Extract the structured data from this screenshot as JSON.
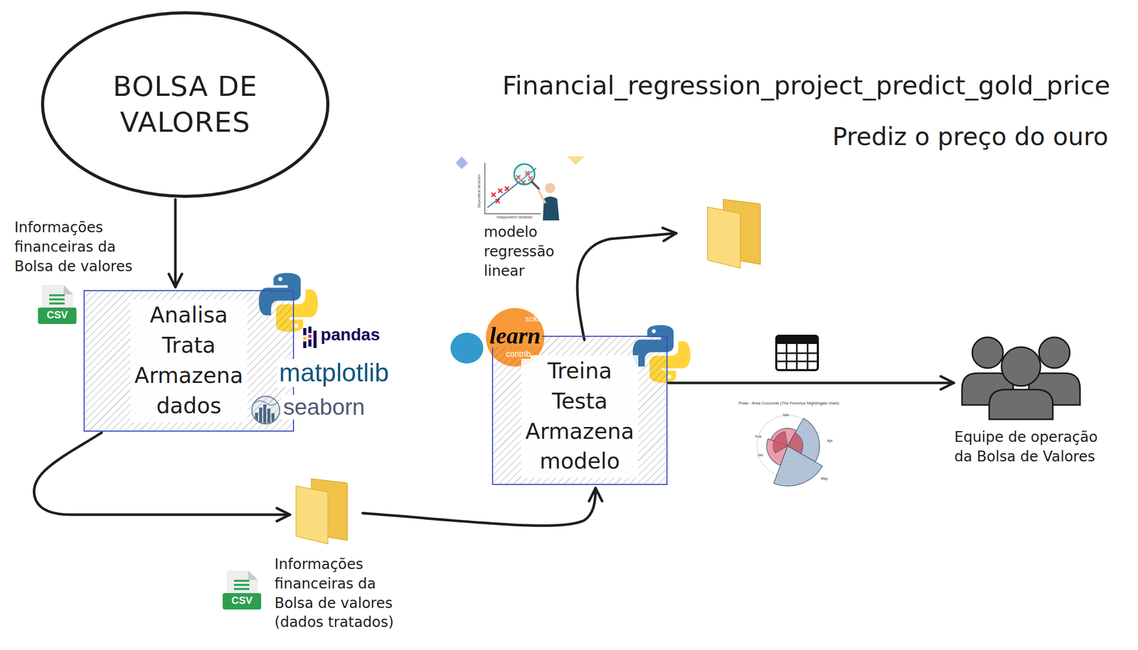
{
  "diagram": {
    "title": "Financial_regression_project_predict_gold_price",
    "nodes": [
      {
        "text": [
          "BOLSA DE VALORES"
        ]
      },
      {
        "text": [
          "Analisa Trata Armazena dados"
        ]
      },
      {
        "text": [
          "Informações financeiras da Bolsa de valores (dados tratados)"
        ]
      },
      {
        "text": [
          "Treina Testa Armazena modelo"
        ]
      },
      {
        "text": [
          "Equipe de operação da Bolsa de Valores"
        ]
      }
    ],
    "edges": [
      {
        "from": 0,
        "to": 1,
        "arrow": "to"
      },
      {
        "from": 1,
        "to": 2,
        "arrow": "to"
      },
      {
        "from": 2,
        "to": 3,
        "arrow": "to"
      },
      {
        "from": 3,
        "to": 4,
        "arrow": "to"
      }
    ],
    "labels": [
      "Prediz o preço do ouro",
      "Informações financeiras da Bolsa de valores",
      "CSV",
      "pandas",
      "matplotlib",
      "seaborn",
      "CSV",
      "modelo regressão linear",
      "scikit",
      "learn",
      "contrib",
      "Polar - Area Coxcomb (The Florence Nightingale chart)",
      "Mar",
      "Apr",
      "Feb",
      "Jan",
      "May",
      "Independent Variables",
      "Dependent Variables"
    ]
  }
}
